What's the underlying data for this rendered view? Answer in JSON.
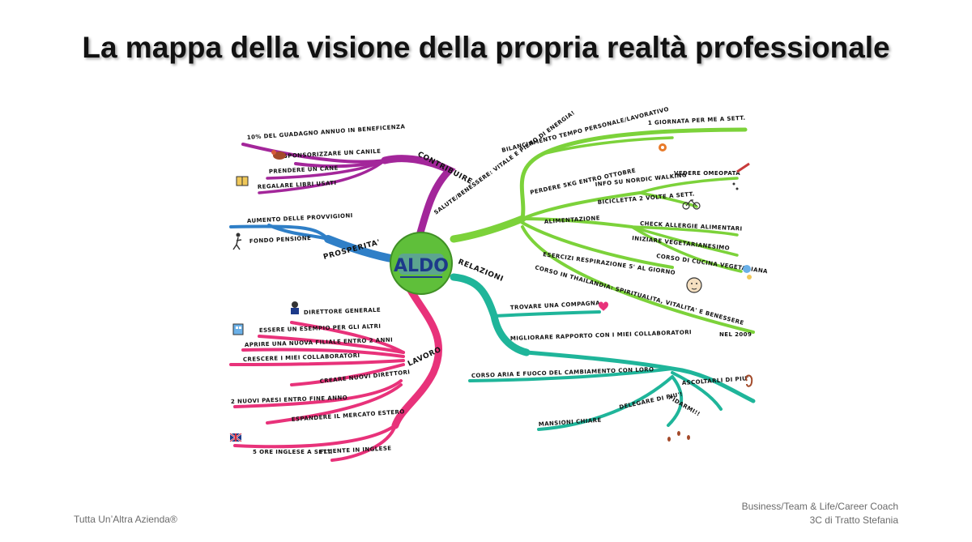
{
  "title": "La mappa della visione della propria realtà professionale",
  "footer": {
    "left": "Tutta Un’Altra Azienda®",
    "right_line1": "Business/Team & Life/Career Coach",
    "right_line2": "3C di Tratto Stefania"
  },
  "map": {
    "center": "ALDO",
    "colors": {
      "contribuire": "#a3269a",
      "prosperita": "#2f7fc7",
      "lavoro": "#e8327a",
      "relazioni": "#1fb59a",
      "salute": "#7cd23a",
      "center": "#5fbf3a"
    },
    "branches": {
      "contribuire": {
        "label": "CONTRIBUIRE",
        "items": [
          "10% DEL GUADAGNO ANNUO IN BENEFICENZA",
          "SPONSORIZZARE UN CANILE",
          "PRENDERE UN CANE",
          "REGALARE LIBRI USATI"
        ]
      },
      "prosperita": {
        "label": "PROSPERITA'",
        "items": [
          "AUMENTO DELLE PROVVIGIONI",
          "FONDO PENSIONE"
        ]
      },
      "lavoro": {
        "label": "LAVORO",
        "items": [
          "DIRETTORE GENERALE",
          "ESSERE UN ESEMPIO PER GLI ALTRI",
          "APRIRE UNA NUOVA FILIALE ENTRO 2 ANNI",
          "CRESCERE I MIEI COLLABORATORI",
          "CREARE NUOVI DIRETTORI",
          "2 NUOVI PAESI ENTRO FINE ANNO",
          "ESPANDERE IL MERCATO ESTERO",
          "5 ORE INGLESE A SETT.",
          "FLUENTE IN INGLESE"
        ]
      },
      "relazioni": {
        "label": "RELAZIONI",
        "items": [
          "TROVARE UNA COMPAGNA",
          "MIGLIORARE RAPPORTO CON I MIEI COLLABORATORI",
          "CORSO ARIA E FUOCO DEL CAMBIAMENTO CON LORO",
          "ASCOLTARLI DI PIU'",
          "FIDARMI!!",
          "DELEGARE DI PIU'!",
          "MANSIONI CHIARE"
        ]
      },
      "salute": {
        "label": "SALUTE/BENESSERE: VITALE E PIENO DI ENERGIA!",
        "items": [
          "1 GIORNATA PER ME A SETT.",
          "BILANCIAMENTO TEMPO PERSONALE/LAVORATIVO",
          "VEDERE OMEOPATA",
          "PERDERE 5KG ENTRO OTTOBRE",
          "INFO SU NORDIC WALKING",
          "BICICLETTA 2 VOLTE A SETT.",
          "ALIMENTAZIONE",
          "CHECK ALLERGIE ALIMENTARI",
          "INIZIARE VEGETARIANESIMO",
          "CORSO DI CUCINA VEGETARIANA",
          "ESERCIZI RESPIRAZIONE 5' AL GIORNO",
          "CORSO IN THAILANDIA: SPIRITUALITA, VITALITA' E BENESSERE",
          "NEL 2009"
        ]
      }
    }
  }
}
